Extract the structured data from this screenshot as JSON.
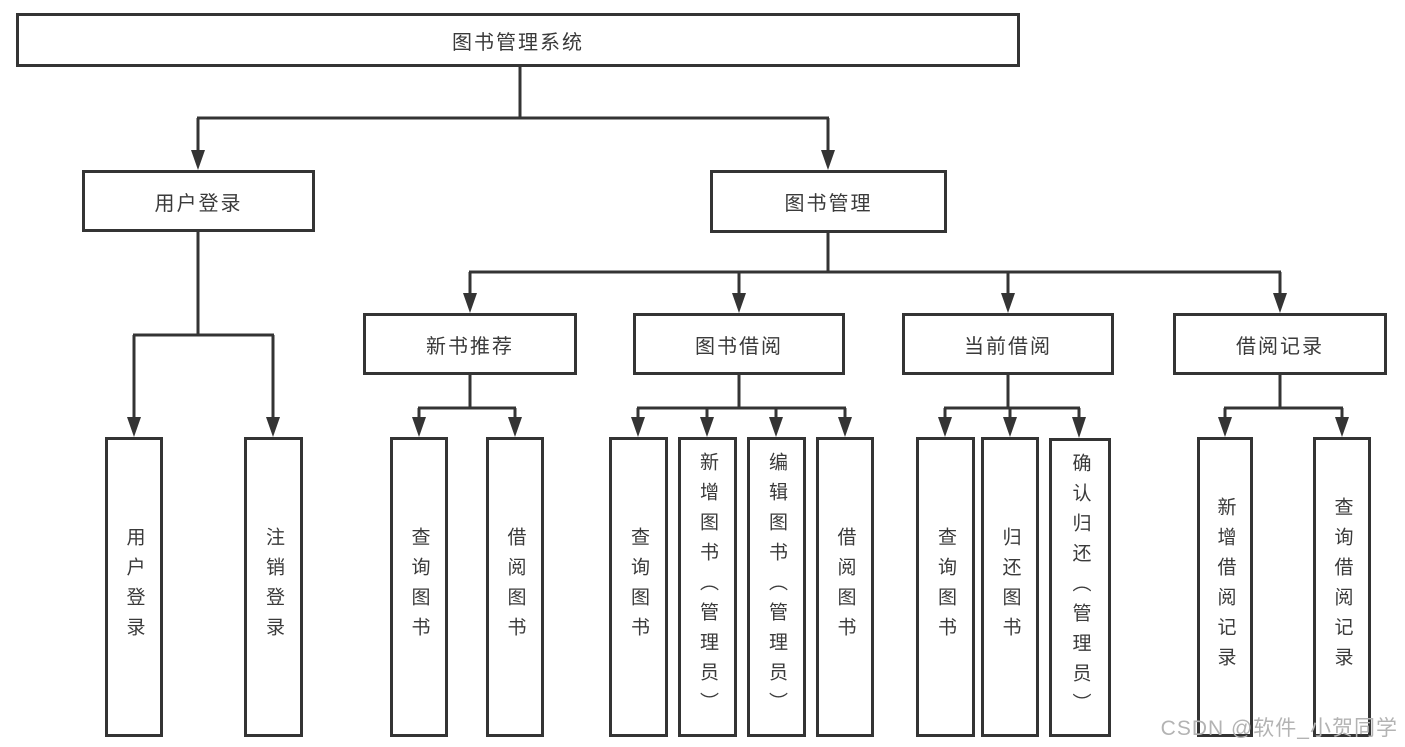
{
  "diagram": {
    "root": {
      "label": "图书管理系统"
    },
    "level2": [
      {
        "label": "用户登录"
      },
      {
        "label": "图书管理"
      }
    ],
    "level3": [
      {
        "label": "新书推荐"
      },
      {
        "label": "图书借阅"
      },
      {
        "label": "当前借阅"
      },
      {
        "label": "借阅记录"
      }
    ],
    "leaves": [
      {
        "label": "用户登录",
        "parent": "用户登录"
      },
      {
        "label": "注销登录",
        "parent": "用户登录"
      },
      {
        "label": "查询图书",
        "parent": "新书推荐"
      },
      {
        "label": "借阅图书",
        "parent": "新书推荐"
      },
      {
        "label": "查询图书",
        "parent": "图书借阅"
      },
      {
        "label": "新增图书（管理员）",
        "parent": "图书借阅"
      },
      {
        "label": "编辑图书（管理员）",
        "parent": "图书借阅"
      },
      {
        "label": "借阅图书",
        "parent": "图书借阅"
      },
      {
        "label": "查询图书",
        "parent": "当前借阅"
      },
      {
        "label": "归还图书",
        "parent": "当前借阅"
      },
      {
        "label": "确认归还（管理员）",
        "parent": "当前借阅"
      },
      {
        "label": "新增借阅记录",
        "parent": "借阅记录"
      },
      {
        "label": "查询借阅记录",
        "parent": "借阅记录"
      }
    ]
  },
  "watermark": {
    "text": "CSDN @软件_小贺同学"
  },
  "colors": {
    "line": "#343434",
    "text": "#3a3a3a",
    "watermark": "#b3b3b3",
    "background": "#ffffff"
  }
}
